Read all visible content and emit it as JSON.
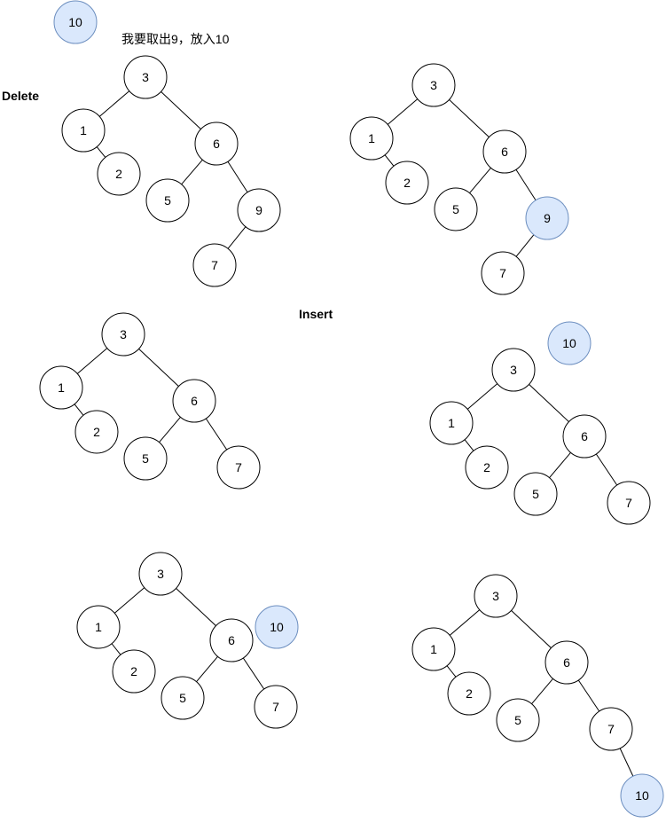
{
  "labels": {
    "note": "我要取出9，放入10",
    "delete": "Delete",
    "insert": "Insert"
  },
  "colors": {
    "node_fill": "#ffffff",
    "highlight_fill": "#dae8fc",
    "highlight_stroke": "#6c8ebf",
    "stroke": "#000000"
  },
  "standalone_nodes": [
    {
      "id": "top-10",
      "value": "10",
      "highlight": true
    },
    {
      "id": "insert-hold-10",
      "value": "10",
      "highlight": true
    }
  ],
  "trees": [
    {
      "id": "delete-before",
      "nodes": [
        {
          "key": "3",
          "value": "3"
        },
        {
          "key": "1",
          "value": "1"
        },
        {
          "key": "2",
          "value": "2"
        },
        {
          "key": "6",
          "value": "6"
        },
        {
          "key": "5",
          "value": "5"
        },
        {
          "key": "9",
          "value": "9"
        },
        {
          "key": "7",
          "value": "7"
        }
      ],
      "edges": [
        [
          "3",
          "1"
        ],
        [
          "1",
          "2"
        ],
        [
          "3",
          "6"
        ],
        [
          "6",
          "5"
        ],
        [
          "6",
          "9"
        ],
        [
          "9",
          "7"
        ]
      ]
    },
    {
      "id": "delete-highlight",
      "nodes": [
        {
          "key": "3",
          "value": "3"
        },
        {
          "key": "1",
          "value": "1"
        },
        {
          "key": "2",
          "value": "2"
        },
        {
          "key": "6",
          "value": "6"
        },
        {
          "key": "5",
          "value": "5"
        },
        {
          "key": "9",
          "value": "9",
          "highlight": true
        },
        {
          "key": "7",
          "value": "7"
        }
      ],
      "edges": [
        [
          "3",
          "1"
        ],
        [
          "1",
          "2"
        ],
        [
          "3",
          "6"
        ],
        [
          "6",
          "5"
        ],
        [
          "6",
          "9"
        ],
        [
          "9",
          "7"
        ]
      ]
    },
    {
      "id": "after-delete",
      "nodes": [
        {
          "key": "3",
          "value": "3"
        },
        {
          "key": "1",
          "value": "1"
        },
        {
          "key": "2",
          "value": "2"
        },
        {
          "key": "6",
          "value": "6"
        },
        {
          "key": "5",
          "value": "5"
        },
        {
          "key": "7",
          "value": "7"
        }
      ],
      "edges": [
        [
          "3",
          "1"
        ],
        [
          "1",
          "2"
        ],
        [
          "3",
          "6"
        ],
        [
          "6",
          "5"
        ],
        [
          "6",
          "7"
        ]
      ]
    },
    {
      "id": "insert-start",
      "nodes": [
        {
          "key": "3",
          "value": "3"
        },
        {
          "key": "1",
          "value": "1"
        },
        {
          "key": "2",
          "value": "2"
        },
        {
          "key": "6",
          "value": "6"
        },
        {
          "key": "5",
          "value": "5"
        },
        {
          "key": "7",
          "value": "7"
        }
      ],
      "edges": [
        [
          "3",
          "1"
        ],
        [
          "1",
          "2"
        ],
        [
          "3",
          "6"
        ],
        [
          "6",
          "5"
        ],
        [
          "6",
          "7"
        ]
      ]
    },
    {
      "id": "insert-compare",
      "nodes": [
        {
          "key": "3",
          "value": "3"
        },
        {
          "key": "1",
          "value": "1"
        },
        {
          "key": "2",
          "value": "2"
        },
        {
          "key": "6",
          "value": "6"
        },
        {
          "key": "10",
          "value": "10",
          "highlight": true
        },
        {
          "key": "5",
          "value": "5"
        },
        {
          "key": "7",
          "value": "7"
        }
      ],
      "edges": [
        [
          "3",
          "1"
        ],
        [
          "1",
          "2"
        ],
        [
          "3",
          "6"
        ],
        [
          "6",
          "5"
        ],
        [
          "6",
          "7"
        ]
      ]
    },
    {
      "id": "insert-final",
      "nodes": [
        {
          "key": "3",
          "value": "3"
        },
        {
          "key": "1",
          "value": "1"
        },
        {
          "key": "2",
          "value": "2"
        },
        {
          "key": "6",
          "value": "6"
        },
        {
          "key": "5",
          "value": "5"
        },
        {
          "key": "7",
          "value": "7"
        },
        {
          "key": "10",
          "value": "10",
          "highlight": true
        }
      ],
      "edges": [
        [
          "3",
          "1"
        ],
        [
          "1",
          "2"
        ],
        [
          "3",
          "6"
        ],
        [
          "6",
          "5"
        ],
        [
          "6",
          "7"
        ],
        [
          "7",
          "10"
        ]
      ]
    }
  ]
}
